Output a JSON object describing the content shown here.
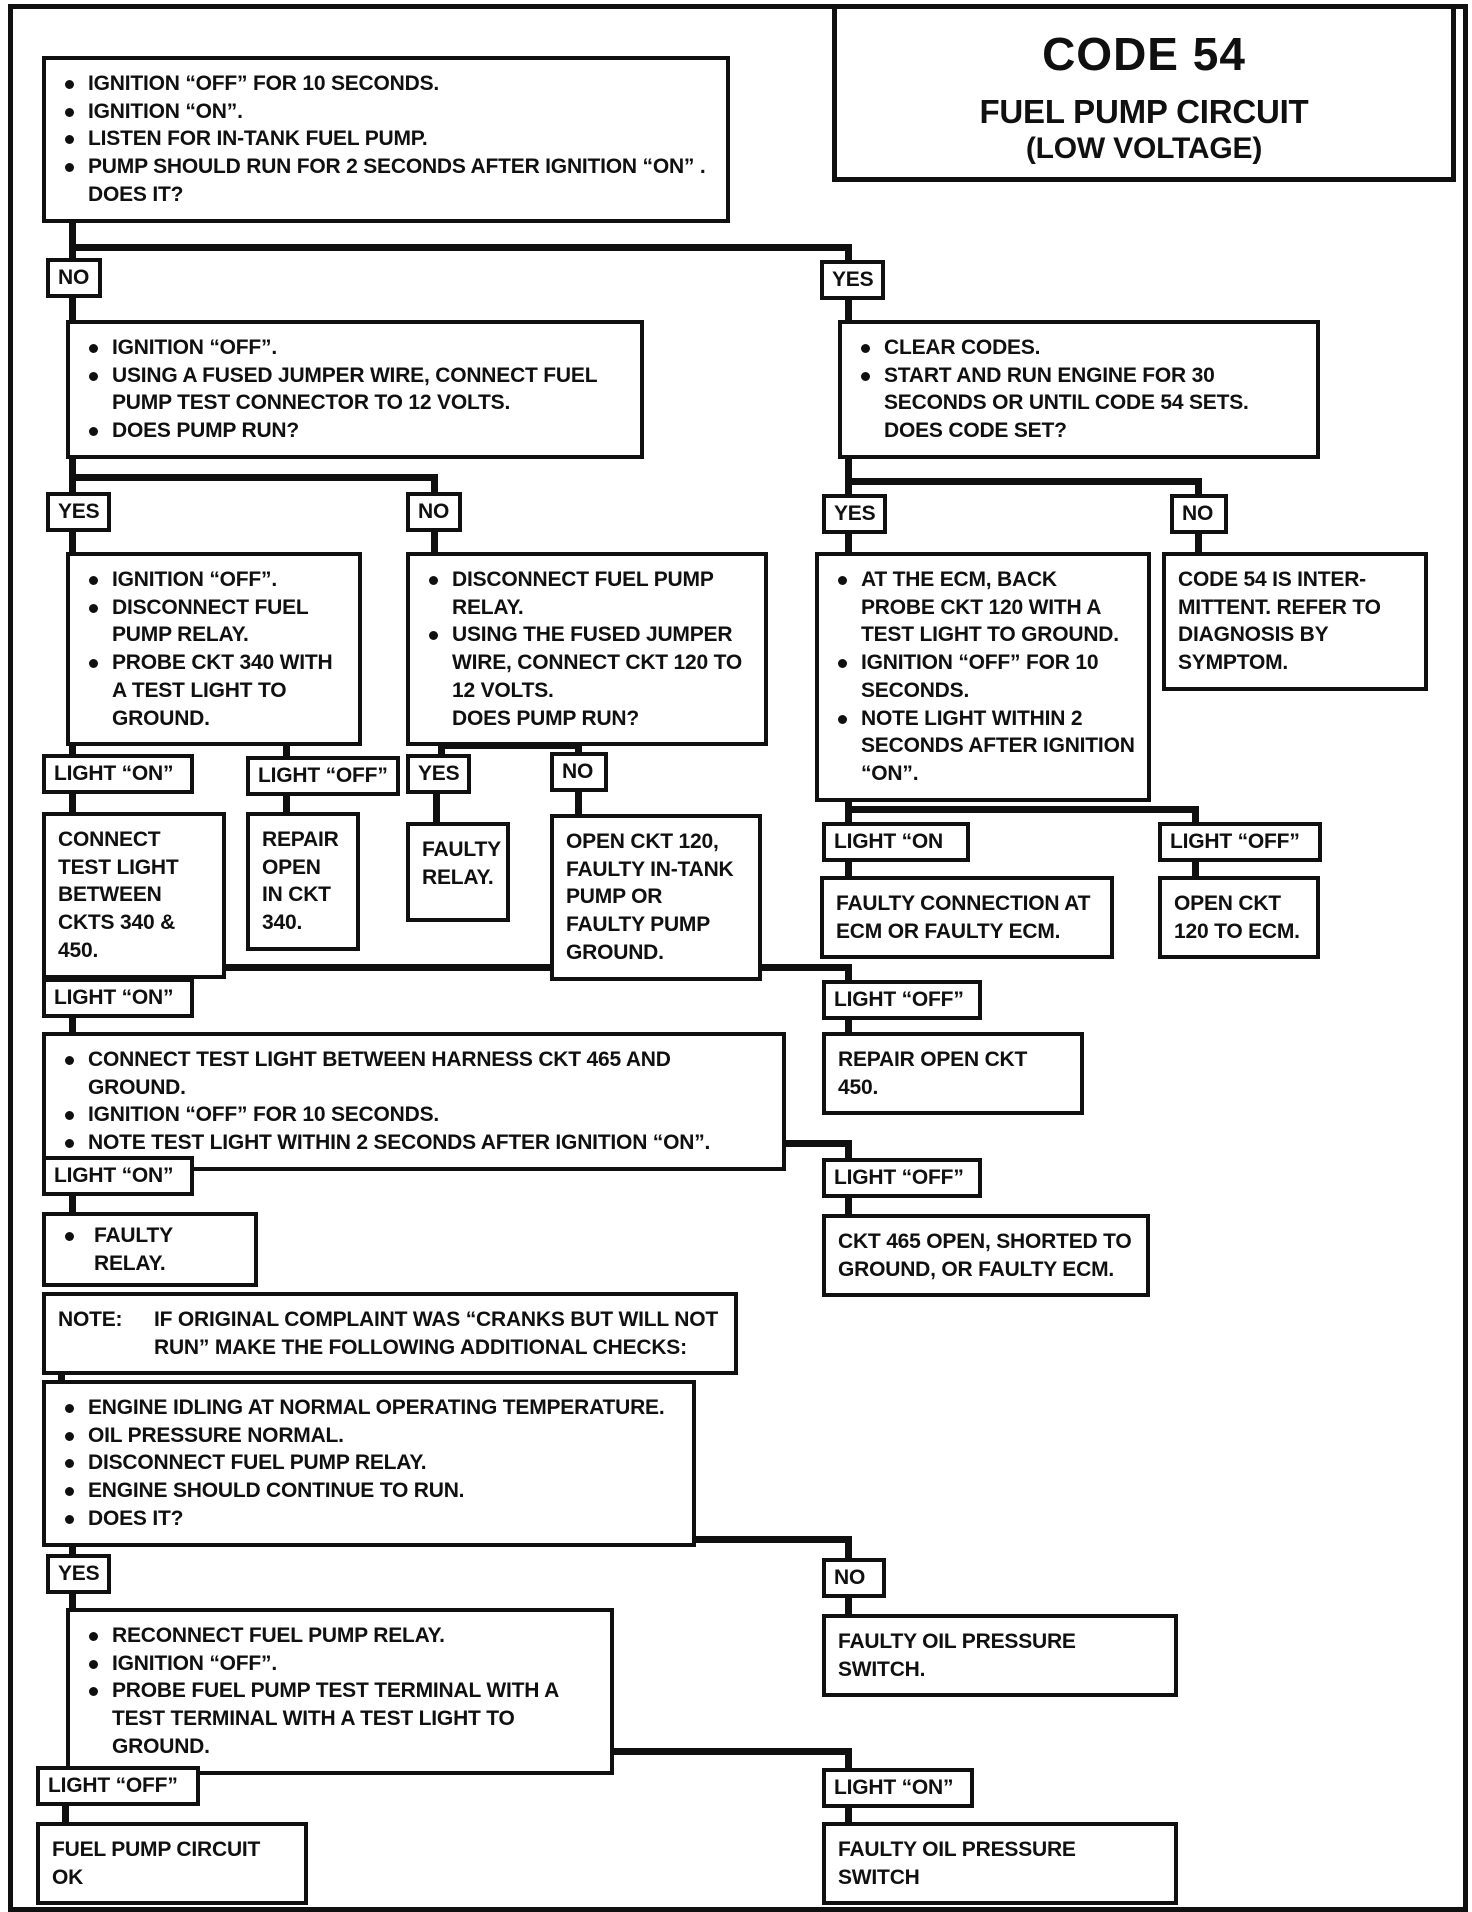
{
  "title": {
    "code": "CODE 54",
    "line1": "FUEL PUMP CIRCUIT",
    "line2": "(LOW VOLTAGE)"
  },
  "labels": {
    "no": "NO",
    "yes": "YES",
    "light_on": "LIGHT “ON”",
    "light_on_open": "LIGHT “ON",
    "light_off": "LIGHT “OFF”"
  },
  "nodes": {
    "start": {
      "lines": [
        "IGNITION “OFF” FOR 10 SECONDS.",
        "IGNITION “ON”.",
        "LISTEN FOR IN-TANK FUEL PUMP.",
        "PUMP SHOULD RUN FOR 2 SECONDS AFTER IGNITION “ON” .",
        "DOES IT?"
      ]
    },
    "no_branch": {
      "lines": [
        "IGNITION “OFF”.",
        "USING A FUSED JUMPER WIRE, CONNECT FUEL PUMP TEST CONNECTOR TO 12 VOLTS.",
        "DOES PUMP RUN?"
      ]
    },
    "yes_branch": {
      "lines": [
        "CLEAR CODES.",
        "START AND RUN ENGINE FOR 30 SECONDS OR UNTIL CODE 54 SETS.",
        "DOES CODE SET?"
      ]
    },
    "probe340": {
      "lines": [
        "IGNITION “OFF”.",
        "DISCONNECT FUEL PUMP RELAY.",
        "PROBE CKT 340 WITH A TEST LIGHT TO GROUND."
      ]
    },
    "jumper120": {
      "lines": [
        "DISCONNECT FUEL PUMP RELAY.",
        "USING THE FUSED JUMPER WIRE, CONNECT CKT 120 TO 12 VOLTS.",
        "DOES PUMP RUN?"
      ]
    },
    "ecm_probe": {
      "lines": [
        "AT THE ECM, BACK PROBE CKT 120 WITH A TEST LIGHT TO GROUND.",
        "IGNITION “OFF” FOR 10 SECONDS.",
        "NOTE LIGHT WITHIN 2 SECONDS AFTER IGNITION “ON”."
      ]
    },
    "intermittent": {
      "text": "CODE 54 IS INTER-MITTENT.  REFER TO DIAGNOSIS  BY SYMPTOM."
    },
    "connect_340_450": {
      "text": "CONNECT TEST LIGHT BETWEEN CKTS 340 & 450."
    },
    "repair_340": {
      "text": "REPAIR OPEN IN CKT 340."
    },
    "faulty_relay": {
      "text": "FAULTY RELAY."
    },
    "open_120": {
      "text": "OPEN CKT 120, FAULTY IN-TANK PUMP OR FAULTY PUMP GROUND."
    },
    "faulty_conn_ecm": {
      "text": "FAULTY CONNECTION AT ECM OR FAULTY ECM."
    },
    "open_120_ecm": {
      "text": "OPEN CKT 120 TO ECM."
    },
    "harness465": {
      "lines": [
        "CONNECT TEST LIGHT BETWEEN HARNESS CKT 465 AND GROUND.",
        "IGNITION “OFF” FOR 10 SECONDS.",
        "NOTE TEST LIGHT WITHIN 2 SECONDS AFTER IGNITION “ON”."
      ]
    },
    "repair_450": {
      "text": "REPAIR OPEN CKT 450."
    },
    "faulty_relay2": {
      "text": "FAULTY RELAY."
    },
    "ckt465_open": {
      "text": "CKT 465 OPEN, SHORTED TO GROUND, OR FAULTY ECM."
    },
    "note": {
      "k": "NOTE:",
      "text": "IF ORIGINAL COMPLAINT WAS “CRANKS BUT WILL NOT RUN” MAKE THE FOLLOWING ADDITIONAL CHECKS:"
    },
    "checks": {
      "lines": [
        "ENGINE IDLING AT NORMAL OPERATING TEMPERATURE.",
        "OIL PRESSURE NORMAL.",
        "DISCONNECT FUEL PUMP RELAY.",
        "ENGINE SHOULD CONTINUE TO RUN.",
        "DOES IT?"
      ]
    },
    "reconnect": {
      "lines": [
        "RECONNECT FUEL PUMP RELAY.",
        "IGNITION “OFF”.",
        "PROBE FUEL PUMP TEST TERMINAL WITH A TEST TERMINAL WITH A TEST LIGHT TO GROUND."
      ]
    },
    "faulty_oil": {
      "text": "FAULTY OIL PRESSURE SWITCH."
    },
    "pump_ok": {
      "text": "FUEL PUMP CIRCUIT OK"
    },
    "faulty_oil2": {
      "text": "FAULTY OIL PRESSURE SWITCH"
    }
  }
}
